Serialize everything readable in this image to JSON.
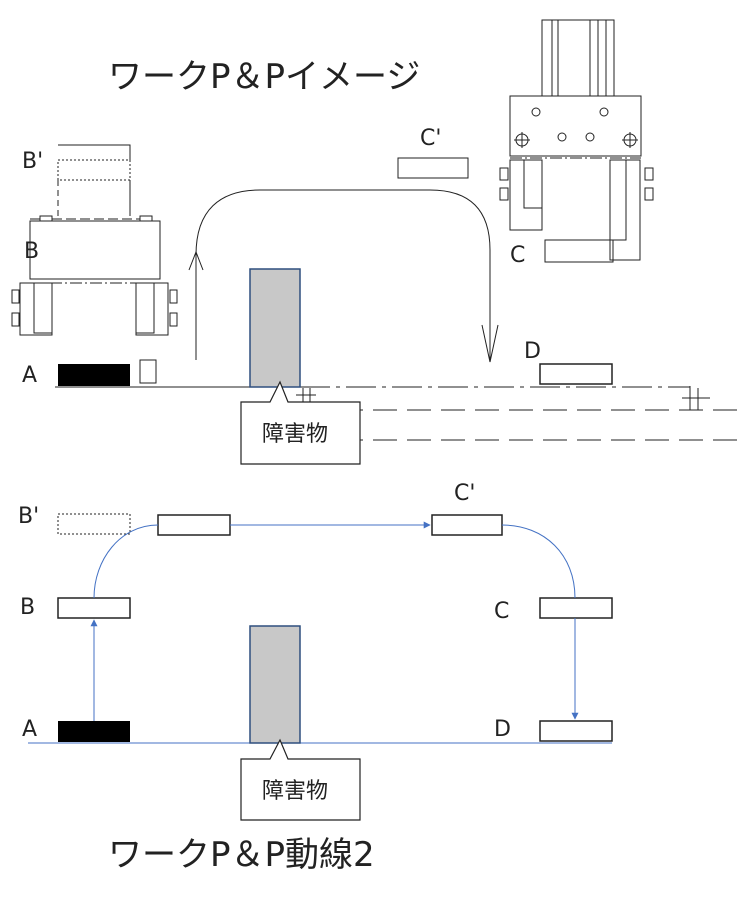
{
  "top": {
    "title": "ワークP＆Pイメージ",
    "labels": {
      "a": "A",
      "b": "B",
      "b_prime": "B'",
      "c": "C",
      "c_prime": "C'",
      "d": "D"
    },
    "obstacle_label": "障害物"
  },
  "bottom": {
    "title": "ワークP＆P動線2",
    "labels": {
      "a": "A",
      "b": "B",
      "b_prime": "B'",
      "c": "C",
      "c_prime": "C'",
      "d": "D"
    },
    "obstacle_label": "障害物"
  },
  "colors": {
    "line": "#222222",
    "path_blue": "#4472c4",
    "obstacle_fill": "#c8c8c8",
    "obstacle_stroke": "#2f4f7f",
    "work_fill": "#000000"
  }
}
